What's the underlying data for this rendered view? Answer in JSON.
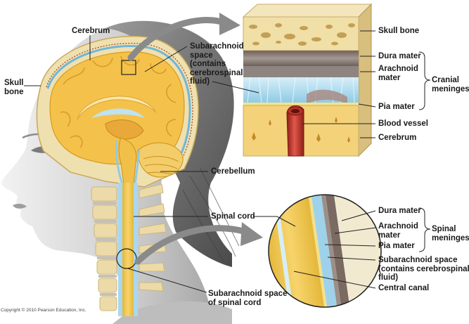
{
  "labels": {
    "cerebrum_head": "Cerebrum",
    "skull_bone_head": "Skull\nbone",
    "subarachnoid_space": "Subarachnoid\nspace\n(contains\ncerebrospinal\nfluid)",
    "cerebellum": "Cerebellum",
    "spinal_cord": "Spinal cord",
    "subarachnoid_spinal": "Subarachnoid space\nof spinal cord",
    "skull_bone_detail": "Skull bone",
    "dura_mater_top": "Dura mater",
    "arachnoid_mater_top": "Arachnoid\nmater",
    "cranial_meninges": "Cranial\nmeninges",
    "pia_mater_top": "Pia mater",
    "blood_vessel": "Blood vessel",
    "cerebrum_detail": "Cerebrum",
    "dura_mater_bottom": "Dura mater",
    "arachnoid_mater_bottom": "Arachnoid\nmater",
    "spinal_meninges": "Spinal\nmeninges",
    "pia_mater_bottom": "Pia mater",
    "subarachnoid_space_bottom": "Subarachnoid space\n(contains cerebrospinal\nfluid)",
    "central_canal": "Central canal"
  },
  "copyright": "Copyright © 2010 Pearson Education, Inc.",
  "colors": {
    "skin": "#d9d9d9",
    "hair": "#6e6e6e",
    "brain": "#f4c24a",
    "brain_light": "#f8dc8a",
    "bone": "#f0e2b4",
    "dura": "#8a7a72",
    "csf": "#a9d8ee",
    "vessel": "#c0392b",
    "arrow": "#7d7d7d"
  }
}
